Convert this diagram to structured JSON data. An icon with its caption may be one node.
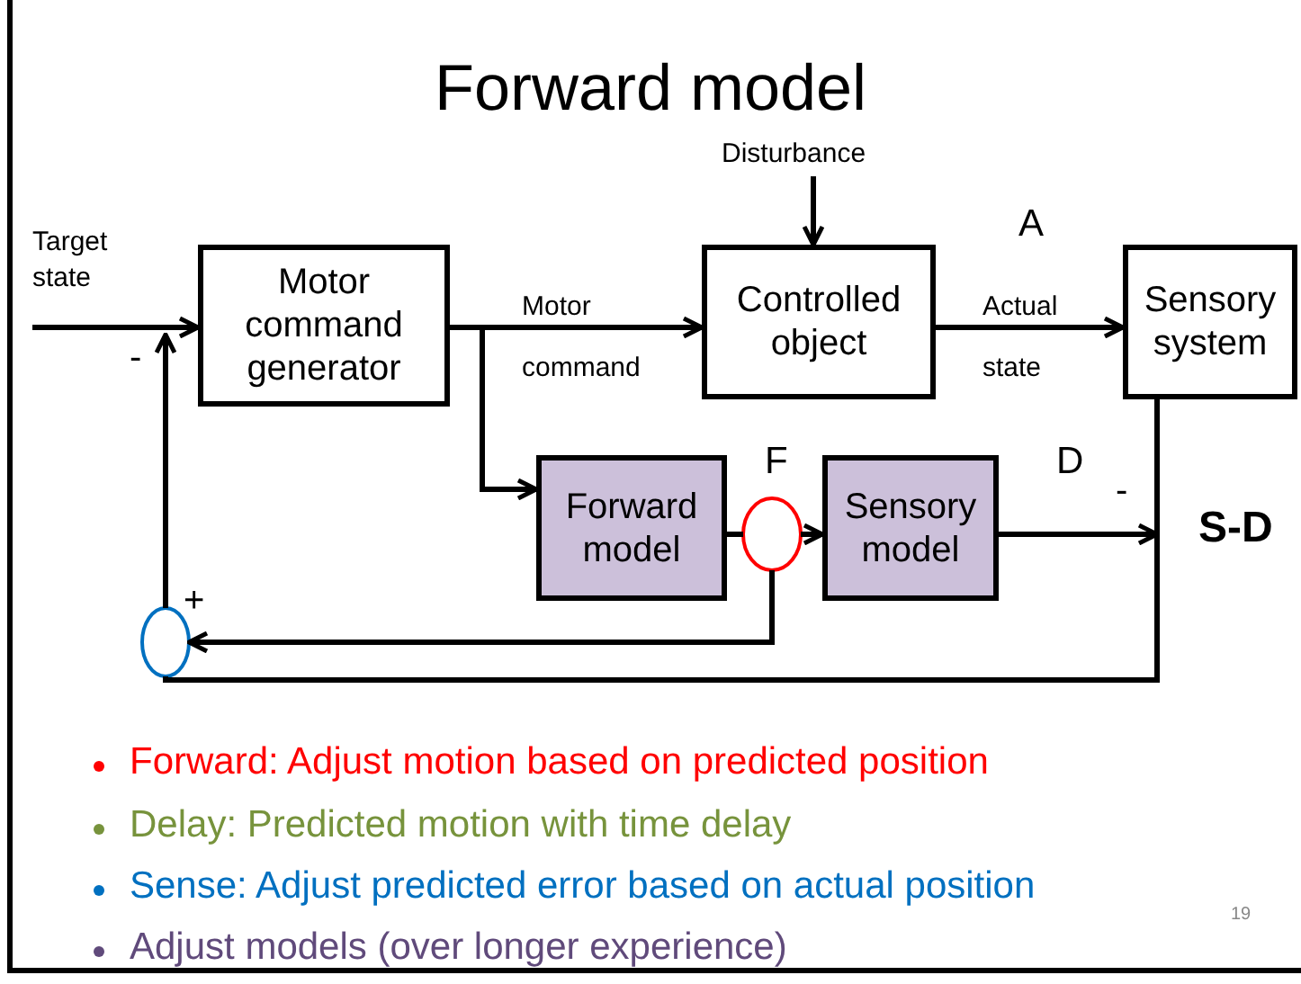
{
  "diagram": {
    "title": "Forward model",
    "nodes": [
      {
        "text": [
          "Motor command generator"
        ]
      },
      {
        "text": [
          "Controlled object"
        ]
      },
      {
        "text": [
          "Sensory system"
        ]
      },
      {
        "text": [
          "Forward model"
        ]
      },
      {
        "text": [
          "Sensory model"
        ]
      },
      {
        "text": [
          "Target state"
        ]
      },
      {
        "text": [
          "Disturbance"
        ]
      },
      {
        "text": [],
        "shape": "circle"
      },
      {
        "text": [],
        "shape": "circle"
      }
    ],
    "edges": [
      {
        "from": 0,
        "to": 1,
        "arrow": "to",
        "label": "Motor command"
      },
      {
        "from": 1,
        "to": 2,
        "arrow": "to",
        "label": "Actual state"
      },
      {
        "from": 0,
        "to": 3,
        "arrow": "to"
      },
      {
        "from": 5,
        "to": 0,
        "arrow": "to"
      },
      {
        "from": 6,
        "to": 1,
        "arrow": "to"
      },
      {
        "from": 3,
        "to": 8,
        "arrow": "none"
      },
      {
        "from": 8,
        "to": 4,
        "arrow": "to"
      },
      {
        "from": 8,
        "to": 7,
        "arrow": "to"
      },
      {
        "from": 7,
        "to": 0,
        "arrow": "to"
      },
      {
        "from": 2,
        "to": 7,
        "arrow": "none"
      },
      {
        "from": 4,
        "to": null,
        "arrow": "to"
      }
    ],
    "labels": [
      "A",
      "F",
      "D",
      "-",
      "+",
      "-",
      "S-D",
      "Forward: Adjust motion based on predicted position",
      "Delay: Predicted motion with time delay",
      "Sense: Adjust predicted error based on actual position",
      "Adjust models (over longer experience)",
      "19"
    ]
  }
}
